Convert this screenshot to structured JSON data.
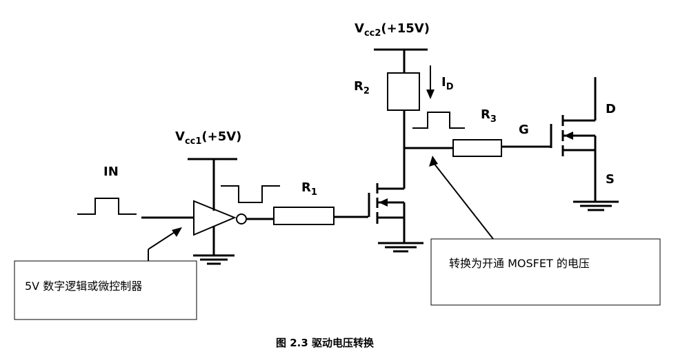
{
  "labels": {
    "vcc1_main": "V",
    "vcc1_sub": "cc1",
    "vcc1_value": "(+5V)",
    "vcc2_main": "V",
    "vcc2_sub": "cc2",
    "vcc2_value": "(+15V)",
    "in": "IN",
    "r1_main": "R",
    "r1_sub": "1",
    "r2_main": "R",
    "r2_sub": "2",
    "r3_main": "R",
    "r3_sub": "3",
    "id_main": "I",
    "id_sub": "D",
    "gate": "G",
    "drain": "D",
    "source": "S"
  },
  "notes": {
    "left_box": "5V 数字逻辑或微控制器",
    "right_box": "转换为开通 MOSFET 的电压"
  },
  "caption": "图 2.3  驱动电压转换"
}
